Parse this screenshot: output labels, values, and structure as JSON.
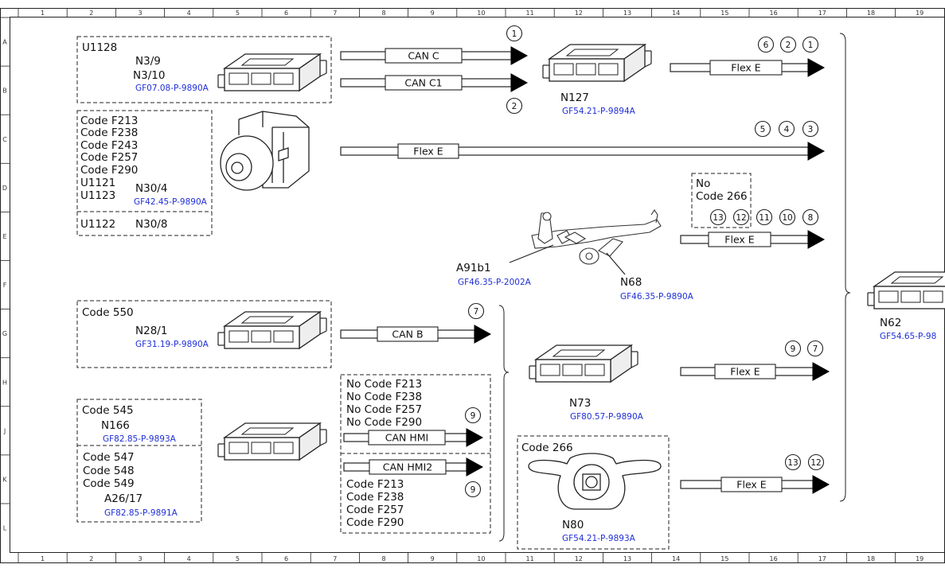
{
  "ruler": {
    "columns": [
      "1",
      "2",
      "3",
      "4",
      "5",
      "6",
      "7",
      "8",
      "9",
      "10",
      "11",
      "12",
      "13",
      "14",
      "15",
      "16",
      "17",
      "18",
      "19"
    ],
    "rows": [
      "A",
      "B",
      "C",
      "D",
      "E",
      "F",
      "G",
      "H",
      "J",
      "K",
      "L"
    ]
  },
  "boxes": {
    "u1128": {
      "line1": "U1128",
      "line2": "N3/9",
      "line3": "N3/10",
      "ref": "GF07.08-P-9890A"
    },
    "esp": {
      "codes": [
        "Code F213",
        "Code F238",
        "Code F243",
        "Code F257",
        "Code F290",
        "U1121",
        "U1123"
      ],
      "component": "N30/4",
      "ref": "GF42.45-P-9890A",
      "lower_code": "U1122",
      "lower_component": "N30/8"
    },
    "code550": {
      "code": "Code 550",
      "component": "N28/1",
      "ref": "GF31.19-P-9890A"
    },
    "code545": {
      "code": "Code 545",
      "component": "N166",
      "ref": "GF82.85-P-9893A"
    },
    "code547": {
      "codes": [
        "Code 547",
        "Code 548",
        "Code 549"
      ],
      "component": "A26/17",
      "ref": "GF82.85-P-9891A"
    },
    "nocodes": {
      "lines": [
        "No Code F213",
        "No Code F238",
        "No Code F257",
        "No Code F290"
      ]
    },
    "codesF": {
      "lines": [
        "Code F213",
        "Code F238",
        "Code F257",
        "Code F290"
      ]
    },
    "nocode266": {
      "line1": "No",
      "line2": "Code 266"
    },
    "code266": {
      "code": "Code 266",
      "component": "N80",
      "ref": "GF54.21-P-9893A"
    }
  },
  "components": {
    "n127": {
      "label": "N127",
      "ref": "GF54.21-P-9894A"
    },
    "a91b1": {
      "label": "A91b1",
      "ref": "GF46.35-P-2002A"
    },
    "n68": {
      "label": "N68",
      "ref": "GF46.35-P-9890A"
    },
    "n73": {
      "label": "N73",
      "ref": "GF80.57-P-9890A"
    },
    "n62": {
      "label": "N62",
      "ref": "GF54.65-P-98"
    }
  },
  "buses": {
    "can_c": "CAN C",
    "can_c1": "CAN C1",
    "flex_e": "Flex E",
    "can_b": "CAN B",
    "can_hmi": "CAN HMI",
    "can_hmi2": "CAN HMI2"
  },
  "markers": {
    "can_c": [
      "1"
    ],
    "can_c1": [
      "2"
    ],
    "n127_out": [
      "6",
      "2",
      "1"
    ],
    "esp_out": [
      "5",
      "4",
      "3"
    ],
    "steer_out": [
      "13",
      "12",
      "11",
      "10",
      "8"
    ],
    "can_b": [
      "7"
    ],
    "n73_out": [
      "9",
      "7"
    ],
    "can_hmi": [
      "9"
    ],
    "can_hmi2": [
      "9"
    ],
    "n80_out": [
      "13",
      "12"
    ]
  }
}
